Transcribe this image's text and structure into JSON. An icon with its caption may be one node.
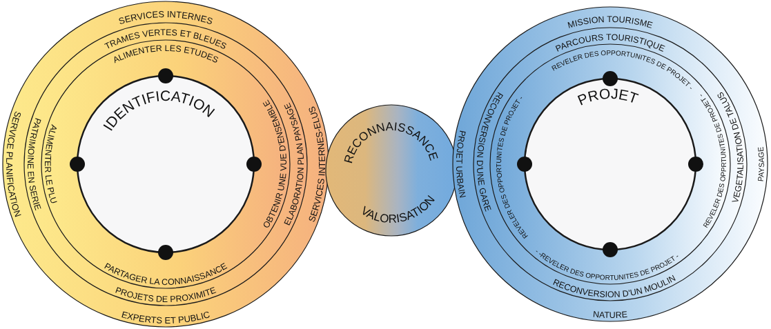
{
  "diagram": {
    "nodes": [
      {
        "text": [
          "SERVICES INTERNES",
          "SERVICE PLANIFICATION",
          "EXPERTS ET PUBLIC",
          "SERVICES INTERNES-ELUS"
        ]
      },
      {
        "text": [
          "TRAMES VERTES ET BLEUES",
          "PATRIMOINE EN SERIE",
          "PROJETS DE PROXIMITE",
          "ELABORATION PLAN PAYSAGE"
        ],
        "in": 0
      },
      {
        "text": [
          "ALIMENTER LES ETUDES",
          "ALIMENTER LE PLU",
          "PARTAGER LA CONNAISSANCE",
          "OBTENIR UNE VUE D'ENSEMBLE"
        ],
        "in": 1
      },
      {
        "text": [
          "IDENTIFICATION"
        ],
        "in": 2
      },
      {
        "text": [
          "RECONNAISSANCE",
          "VALORISATION"
        ]
      },
      {
        "text": [
          "MISSION TOURISME",
          "PROJET URBAIN",
          "NATURE",
          "PAYSAGE"
        ]
      },
      {
        "text": [
          "PARCOURS TOURISTIQUE",
          "RECONVERSION D'UNE GARE",
          "RECONVERSION D'UN MOULIN",
          "VEGETALISATION DE TALUS"
        ],
        "in": 5
      },
      {
        "text": [
          "REVELER DES OPPORTUNITES DE PROJET -",
          "REVELER DES OPPORTUNITES DE PROJET -",
          "- -REVELER DES OPPORTUNITES DE PROJET -",
          "REVELER DES OPPRTUNITES DE PROJET -"
        ],
        "in": 6
      },
      {
        "text": [
          "PROJET"
        ],
        "in": 7
      }
    ]
  }
}
